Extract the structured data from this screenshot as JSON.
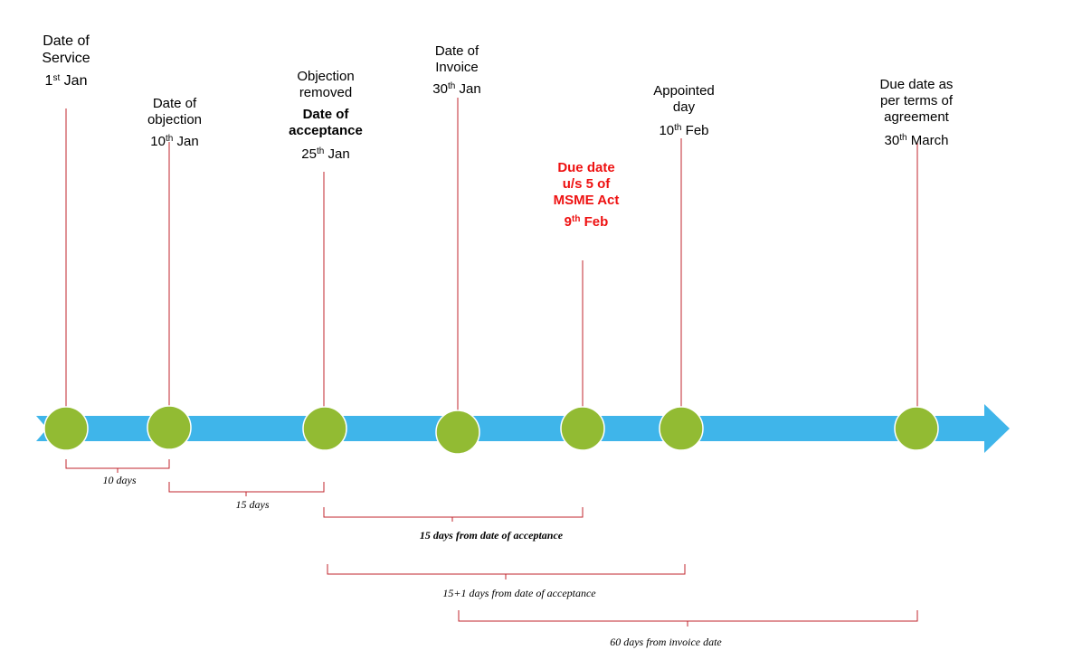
{
  "colors": {
    "arrow": "#3fb5ea",
    "node": "#92bb33",
    "node_stroke": "#ffffff",
    "marker_line": "#c0262d",
    "highlight_text": "#ee1111"
  },
  "events": [
    {
      "name_lines": [
        "Date of",
        "Service"
      ],
      "day": "1",
      "suffix": "st",
      "month": "Jan"
    },
    {
      "name_lines": [
        "Date of",
        "objection"
      ],
      "day": "10",
      "suffix": "th",
      "month": "Jan"
    },
    {
      "name_lines": [
        "Objection",
        "removed"
      ],
      "emphasis_lines": [
        "Date of",
        "acceptance"
      ],
      "day": "25",
      "suffix": "th",
      "month": "Jan"
    },
    {
      "name_lines": [
        "Date of",
        "Invoice"
      ],
      "day": "30",
      "suffix": "th",
      "month": "Jan"
    },
    {
      "name_lines": [
        "Due date",
        "u/s 5 of",
        "MSME Act"
      ],
      "day": "9",
      "suffix": "th",
      "month": "Feb",
      "highlight": true
    },
    {
      "name_lines": [
        "Appointed",
        "day"
      ],
      "day": "10",
      "suffix": "th",
      "month": "Feb"
    },
    {
      "name_lines": [
        "Due date as",
        "per terms of",
        "agreement"
      ],
      "day": "30",
      "suffix": "th",
      "month": "March"
    }
  ],
  "spans": [
    {
      "label": "10 days"
    },
    {
      "label": "15 days"
    },
    {
      "label": "15 days from date of acceptance",
      "bold": true
    },
    {
      "label": "15+1 days from date of acceptance"
    },
    {
      "label": "60 days from invoice date"
    }
  ]
}
